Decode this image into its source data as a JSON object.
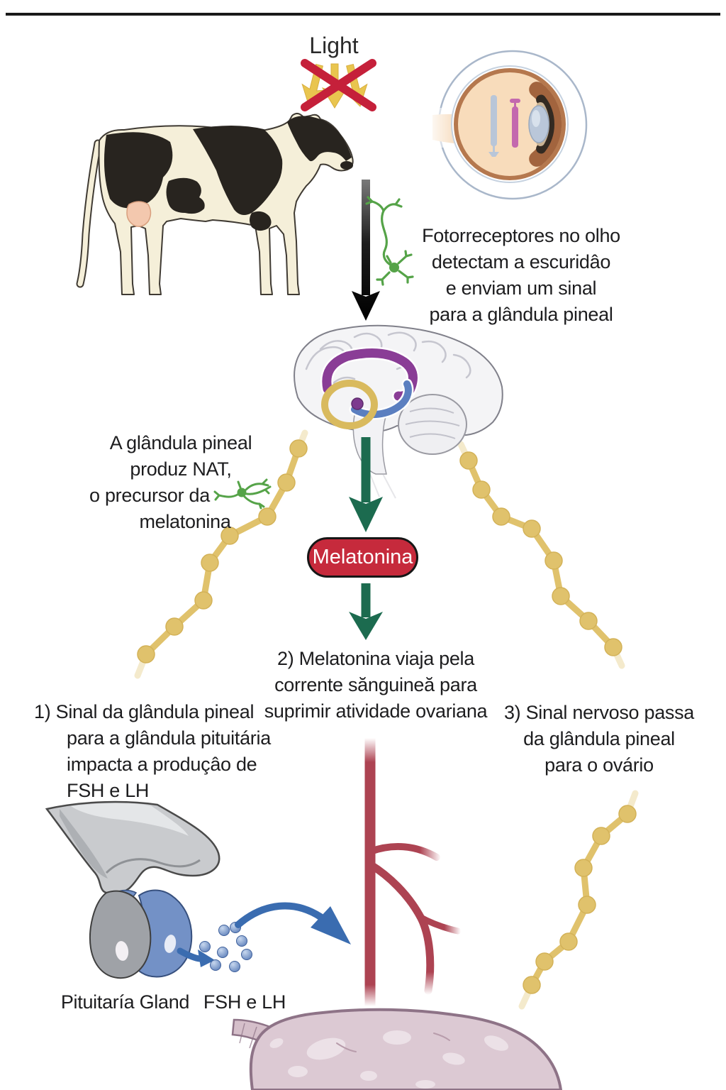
{
  "diagram": {
    "light_label": "Light",
    "melatonin_badge": "Melatonina",
    "captions": {
      "photoreceptors": [
        "Fotorreceptores no olho",
        "detectam a escuridâo",
        "e enviam um sinal",
        "para a glândula pineal"
      ],
      "pineal_nat": [
        "A glândula pineal",
        "produz NAT,",
        "o precursor da",
        "melatonina"
      ],
      "step2": [
        "2) Melatonina viaja pela",
        "corrente sănguineă para",
        "suprimir atividade ovariana"
      ],
      "step1": [
        "1) Sinal da glândula pineal",
        "para a glândula pituitária",
        "impacta a produçâo de",
        "FSH e LH"
      ],
      "step3": [
        "3) Sinal nervoso passa",
        "da glândula pineal",
        "para o ovário"
      ],
      "pituitary_label": "Pituitaría Gland",
      "fsh_lh_label": "FSH e LH"
    },
    "icons": [
      "blocked-light-arrows-icon",
      "eye-cross-section-icon",
      "holstein-cow-icon",
      "neuron-icon",
      "brain-sagittal-icon",
      "pineal-highlight-ring-icon",
      "nerve-beaded-path-icon",
      "down-arrow-icon",
      "pituitary-gland-icon",
      "hormone-dots-icon",
      "curved-arrow-icon",
      "blood-vessel-icon",
      "ovary-icon"
    ],
    "colors": {
      "text": "#1d1d1f",
      "cross_red": "#c5203a",
      "badge_red": "#c62a3c",
      "badge_border": "#161616",
      "light_arrow_gold": "#e9c54f",
      "nerve_gold": "#e0c26c",
      "arrow_green": "#1c6b4f",
      "neuron_green": "#55a348",
      "vessel_red": "#ad4352",
      "pituitary_blue": "#7391c6",
      "hormone_blue": "#5377b5",
      "brain_purple": "#8a3d96",
      "fornix_blue": "#5b7fc0",
      "ovary_pink": "#dcc9d3"
    }
  }
}
